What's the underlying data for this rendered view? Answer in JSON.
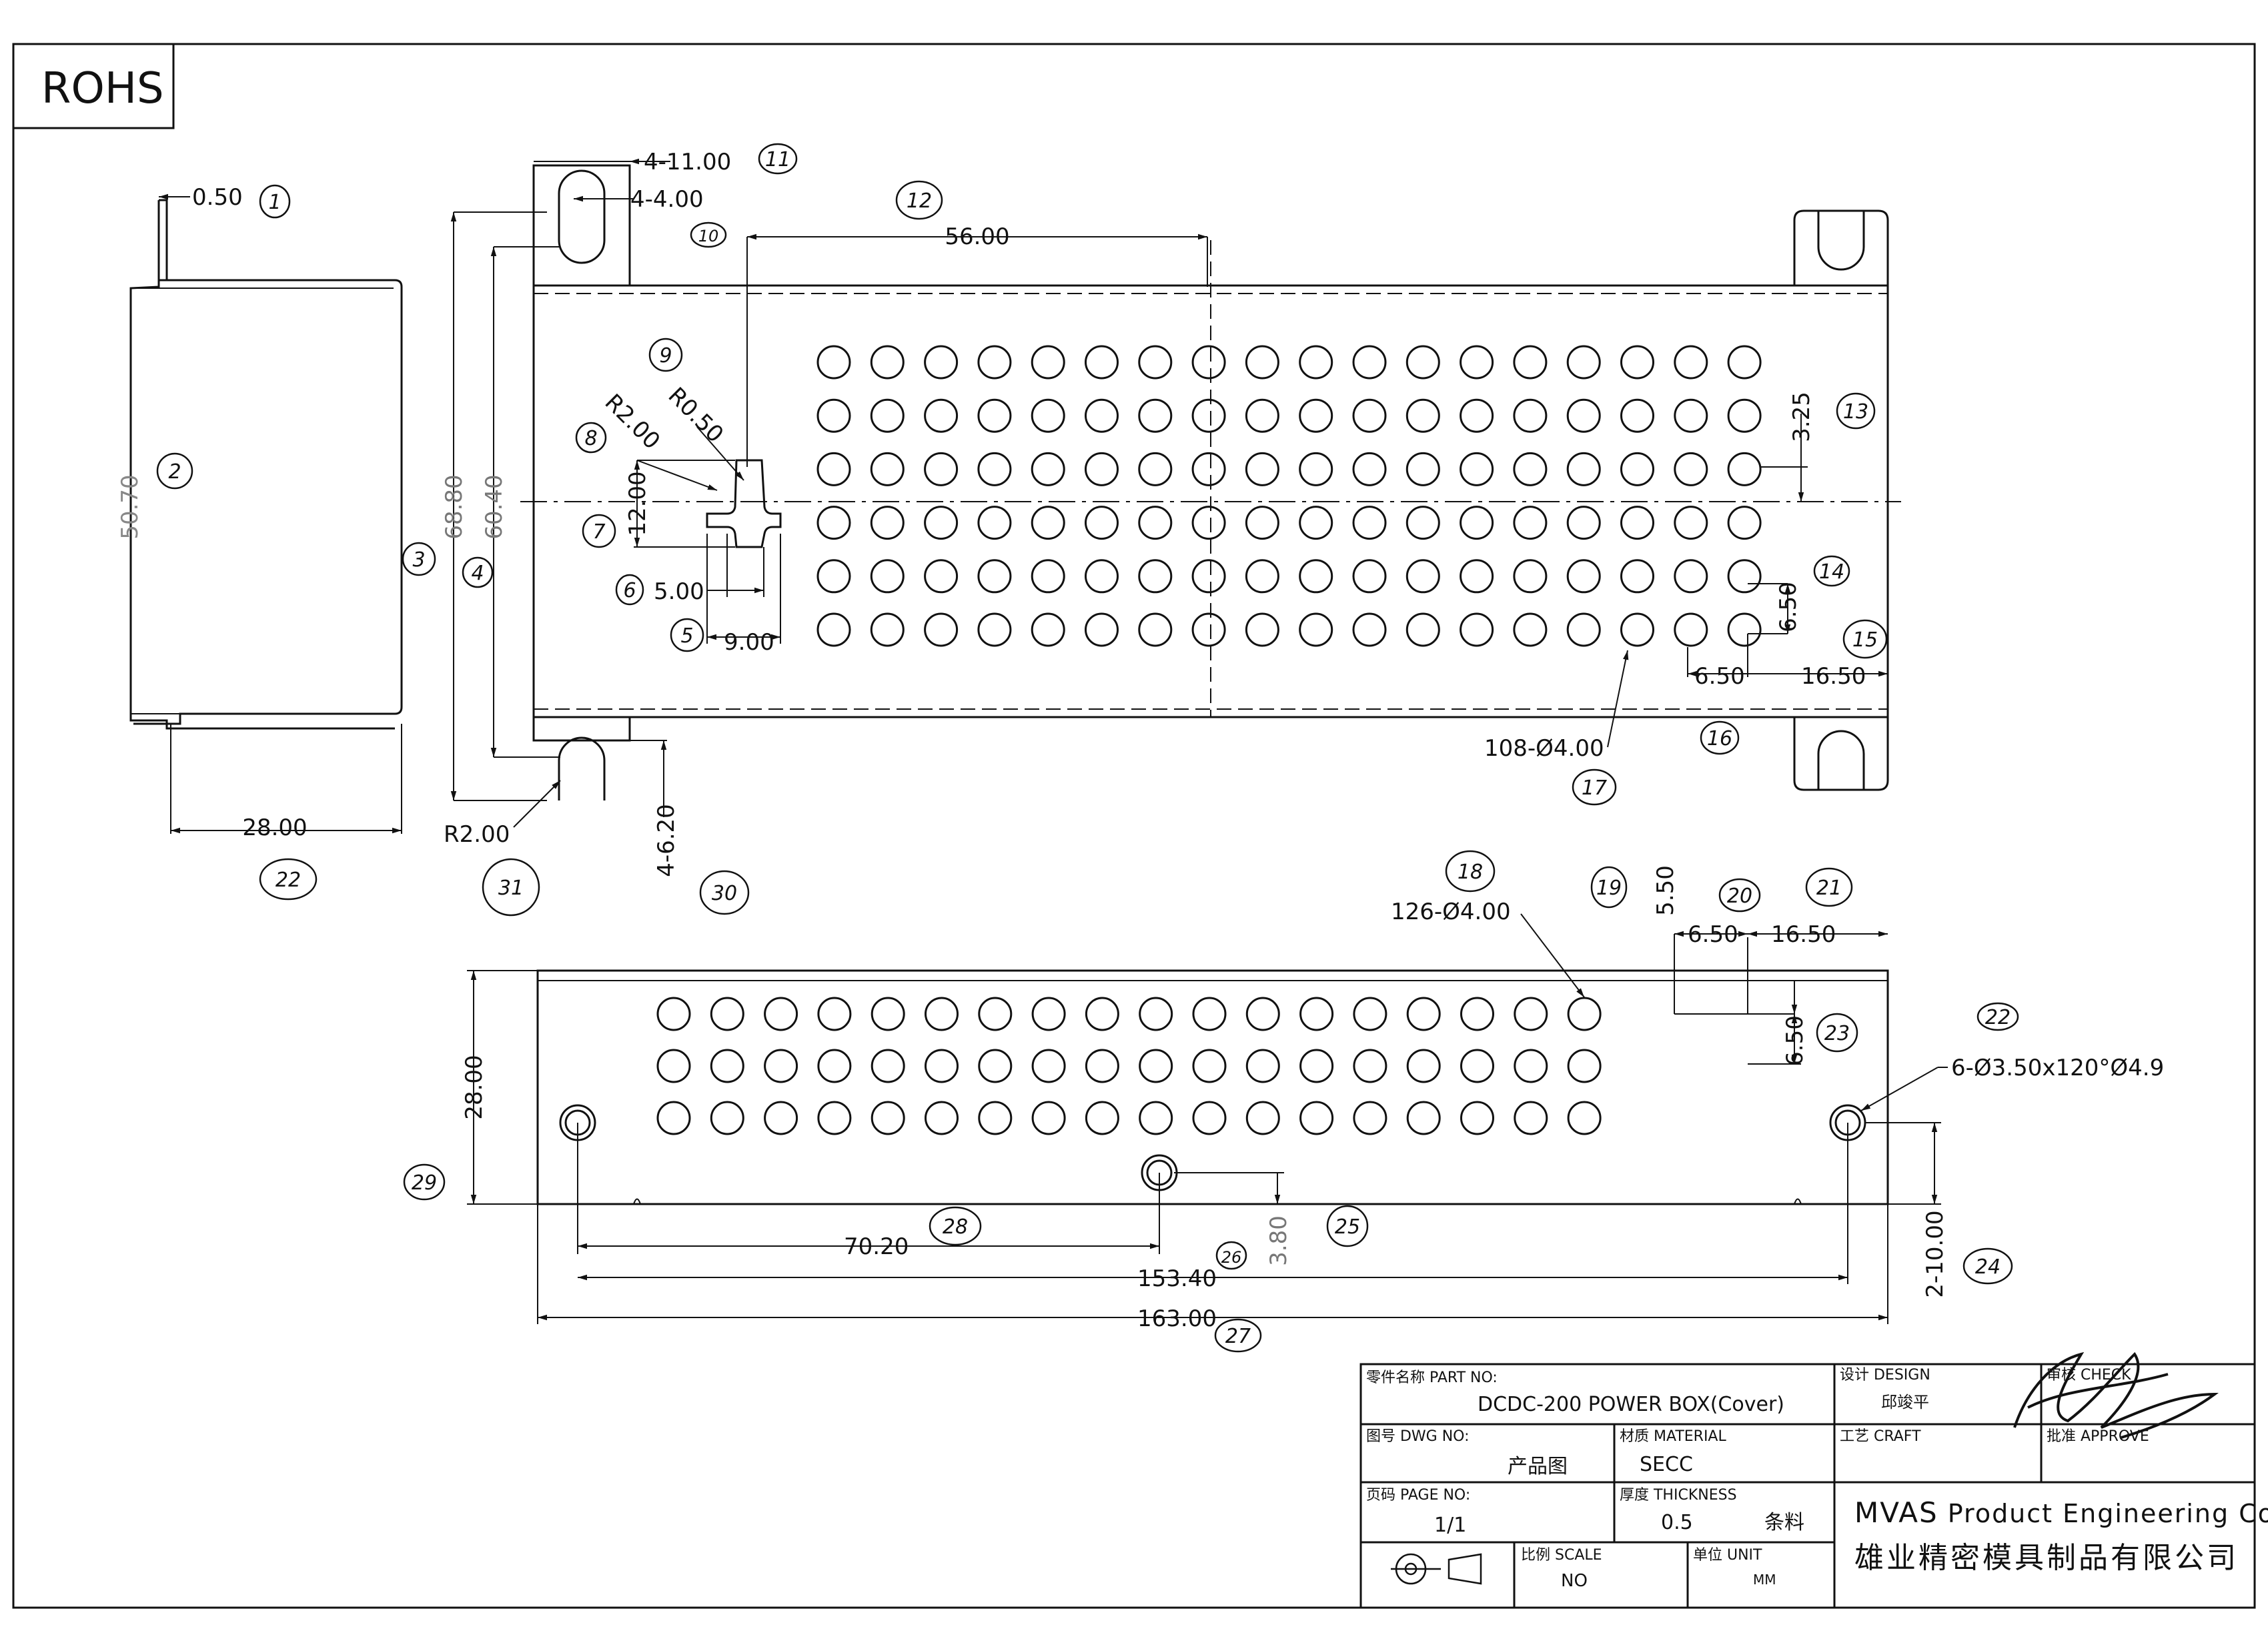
{
  "header": {
    "rohs": "ROHS"
  },
  "side_view": {
    "dims": {
      "thickness": "0.50",
      "height": "50.70",
      "width": "28.00"
    },
    "bubbles": {
      "thickness": "1",
      "height": "2",
      "side": "3",
      "width": "22"
    }
  },
  "top_view": {
    "dims": {
      "tab_width": "4-11.00",
      "slot_width": "4-4.00",
      "overall": "68.80",
      "slot_span": "60.40",
      "offset": "56.00",
      "r_small": "R0.50",
      "r_large": "R2.00",
      "notch_h": "12.00",
      "notch_w": "5.00",
      "notch_depth": "9.00",
      "row_pitch_center": "3.25",
      "row_pitch": "6.50",
      "col_pitch": "6.50",
      "edge_offset": "16.50",
      "holes": "108-Ø4.00",
      "corner_radius": "R2.00",
      "slot_depth": "4-6.20"
    },
    "bubbles": {
      "tab_width": "11",
      "slot_width": "10",
      "offset": "12",
      "r_small": "9",
      "r_large": "8",
      "notch_h": "7",
      "notch_w": "6",
      "notch_depth": "5",
      "slot_span": "4",
      "row_pitch_center": "13",
      "row_pitch": "14",
      "edge_offset": "15",
      "col_pitch": "16",
      "holes": "17",
      "slot_depth": "30",
      "corner_radius": "31"
    }
  },
  "front_view": {
    "dims": {
      "holes": "126-Ø4.00",
      "edge_top": "5.50",
      "col_pitch": "6.50",
      "edge_offset": "16.50",
      "row_pitch": "6.50",
      "countersink": "6-Ø3.50x120°Ø4.9",
      "height": "28.00",
      "hole_offset": "70.20",
      "hole_span": "153.40",
      "overall": "163.00",
      "hole_height": "3.80",
      "edge_dist": "2-10.00"
    },
    "bubbles": {
      "holes": "18",
      "edge_top": "19",
      "col_pitch": "20",
      "edge_offset": "21",
      "countersink": "22",
      "row_pitch": "23",
      "edge_dist": "24",
      "hole_height": "25",
      "hole_span": "26",
      "overall": "27",
      "hole_offset": "28",
      "height": "29"
    }
  },
  "title_block": {
    "part_no_label": "零件名称 PART NO:",
    "part_no": "DCDC-200 POWER BOX(Cover)",
    "design_label": "设计 DESIGN",
    "designer": "邱竣平",
    "check_label": "审核 CHECK",
    "dwg_no_label": "图号 DWG NO:",
    "dwg_no": "产品图",
    "material_label": "材质 MATERIAL",
    "material": "SECC",
    "craft_label": "工艺 CRAFT",
    "approve_label": "批准 APPROVE",
    "page_no_label": "页码 PAGE NO:",
    "page_no": "1/1",
    "thickness_label": "厚度 THICKNESS",
    "thickness": "0.5",
    "thickness_type": "条料",
    "scale_label": "比例 SCALE",
    "scale": "NO",
    "unit_label": "单位 UNIT",
    "unit": "MM",
    "company_en_prefix": "MVAS",
    "company_en": "Product Engineering Co.",
    "company_cn": "雄业精密模具制品有限公司"
  }
}
